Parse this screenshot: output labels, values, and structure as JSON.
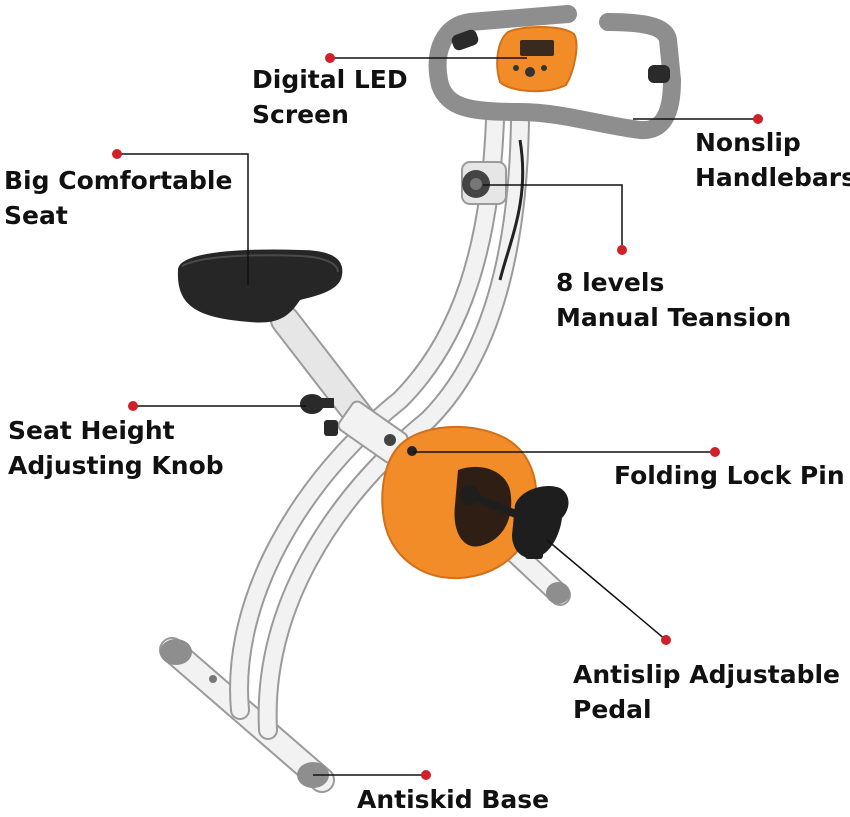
{
  "colors": {
    "accent_orange": "#F28C28",
    "frame_white": "#F2F2F2",
    "frame_outline": "#9A9A9A",
    "handlebar_grey": "#8E8E8E",
    "seat_black": "#262626",
    "callout_dot": "#D0202A",
    "callout_line": "#111111"
  },
  "labels": {
    "digital_led_screen": [
      "Digital LED",
      "Screen"
    ],
    "nonslip_handlebars": [
      "Nonslip",
      "Handlebars"
    ],
    "big_comfortable_seat": [
      "Big Comfortable",
      "Seat"
    ],
    "manual_tension": [
      "8 levels",
      "Manual Teansion"
    ],
    "seat_height_knob": [
      "Seat Height",
      "Adjusting Knob"
    ],
    "folding_lock_pin": [
      "Folding Lock Pin"
    ],
    "antislip_pedal": [
      "Antislip Adjustable",
      "Pedal"
    ],
    "antiskid_base": [
      "Antiskid Base"
    ]
  }
}
